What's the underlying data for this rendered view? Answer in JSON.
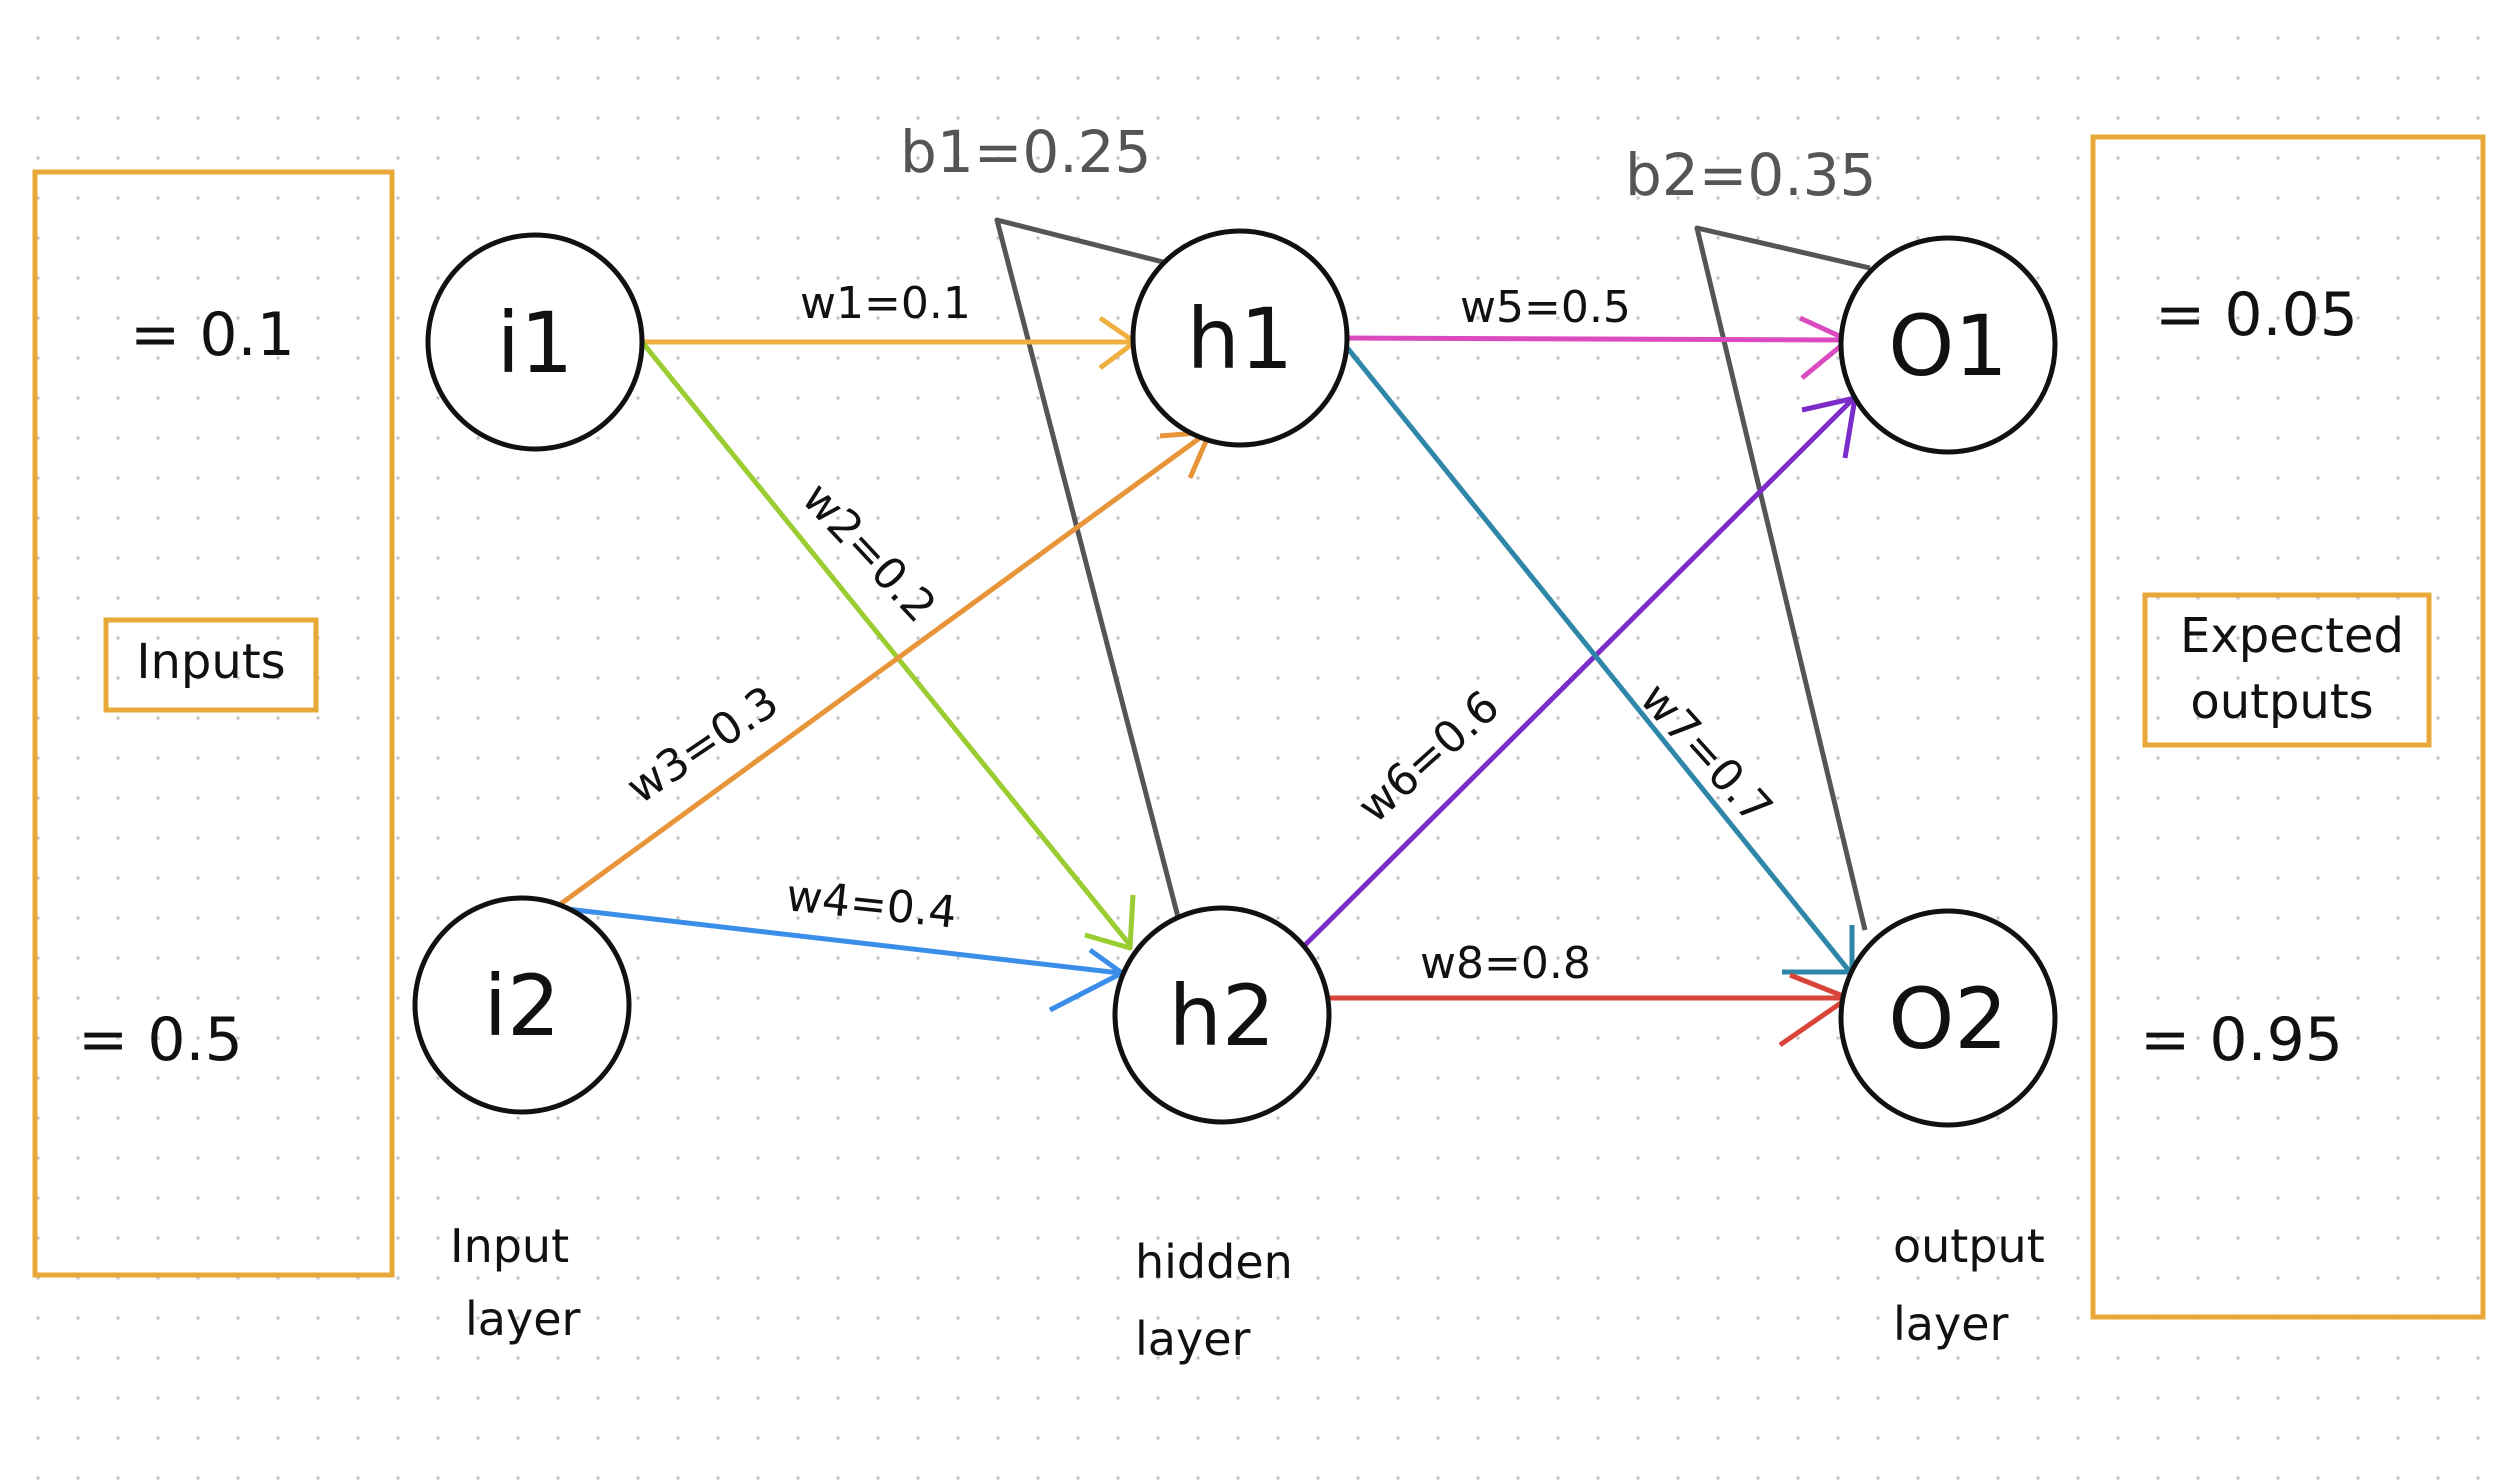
{
  "diagram": {
    "nodes": {
      "i1": "i1",
      "i2": "i2",
      "h1": "h1",
      "h2": "h2",
      "o1": "O1",
      "o2": "O2"
    },
    "weights": {
      "w1": "w1=0.1",
      "w2": "w2=0.2",
      "w3": "w3=0.3",
      "w4": "w4=0.4",
      "w5": "w5=0.5",
      "w6": "w6=0.6",
      "w7": "w7=0.7",
      "w8": "w8=0.8"
    },
    "biases": {
      "b1": "b1=0.25",
      "b2": "b2=0.35"
    },
    "inputs": {
      "box_label": "Inputs",
      "i1_value": "= 0.1",
      "i2_value": "= 0.5"
    },
    "outputs": {
      "box_label_line1": "Expected",
      "box_label_line2": "outputs",
      "o1_value": "= 0.05",
      "o2_value": "= 0.95"
    },
    "layers": {
      "input_line1": "Input",
      "input_line2": "layer",
      "hidden_line1": "hidden",
      "hidden_line2": "layer",
      "output_line1": "output",
      "output_line2": "layer"
    },
    "colors": {
      "box_border": "#E8A838",
      "w1": "#F0B040",
      "w2": "#9ACD32",
      "w3": "#E8953A",
      "w4": "#3A8EEA",
      "w5": "#D94BBE",
      "w6": "#7B2CC9",
      "w7": "#2E86A8",
      "w8": "#D9443A",
      "bias": "#555555",
      "ink": "#111111"
    }
  }
}
